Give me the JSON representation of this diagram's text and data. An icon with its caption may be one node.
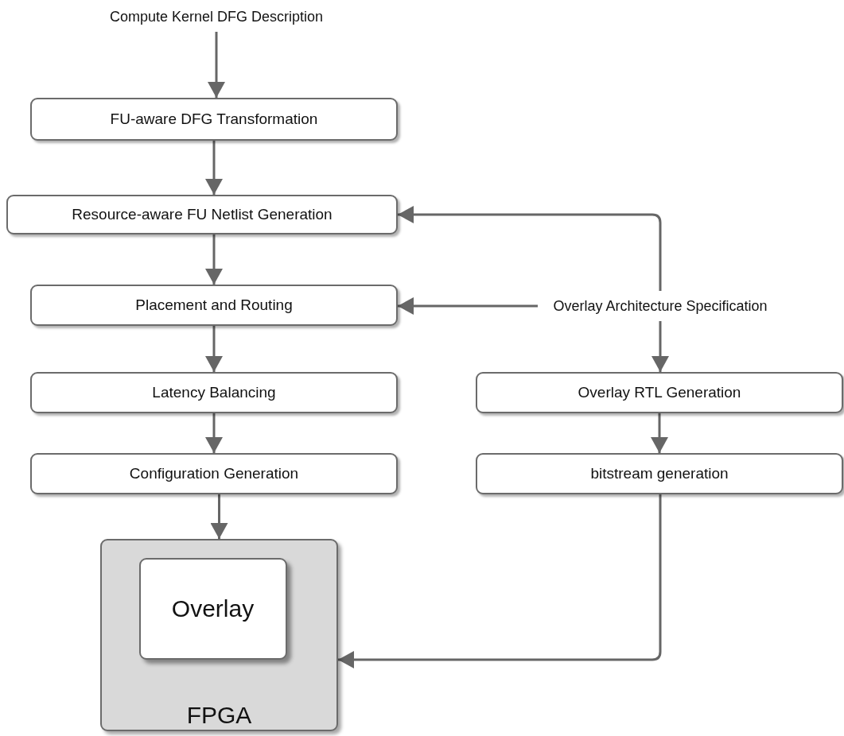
{
  "diagram": {
    "nodes": [
      {
        "text": [
          "Compute Kernel DFG Description"
        ]
      },
      {
        "text": [
          "FU-aware DFG Transformation"
        ]
      },
      {
        "text": [
          "Resource-aware FU Netlist Generation"
        ]
      },
      {
        "text": [
          "Placement and Routing"
        ]
      },
      {
        "text": [
          "Latency Balancing"
        ]
      },
      {
        "text": [
          "Configuration Generation"
        ]
      },
      {
        "text": [
          "Overlay Architecture Specification"
        ]
      },
      {
        "text": [
          "Overlay RTL Generation"
        ]
      },
      {
        "text": [
          "bitstream generation"
        ]
      },
      {
        "text": [
          "FPGA"
        ]
      },
      {
        "text": [
          "Overlay"
        ],
        "in": 9
      }
    ],
    "edges": [
      {
        "from": 0,
        "to": 1,
        "arrow": "to"
      },
      {
        "from": 1,
        "to": 2,
        "arrow": "to"
      },
      {
        "from": 2,
        "to": 3,
        "arrow": "to"
      },
      {
        "from": 3,
        "to": 4,
        "arrow": "to"
      },
      {
        "from": 4,
        "to": 5,
        "arrow": "to"
      },
      {
        "from": 5,
        "to": 9,
        "arrow": "to"
      },
      {
        "from": 6,
        "to": 2,
        "arrow": "to"
      },
      {
        "from": 6,
        "to": 3,
        "arrow": "to"
      },
      {
        "from": 6,
        "to": 7,
        "arrow": "to"
      },
      {
        "from": 7,
        "to": 8,
        "arrow": "to"
      },
      {
        "from": 8,
        "to": 9,
        "arrow": "to"
      }
    ]
  }
}
